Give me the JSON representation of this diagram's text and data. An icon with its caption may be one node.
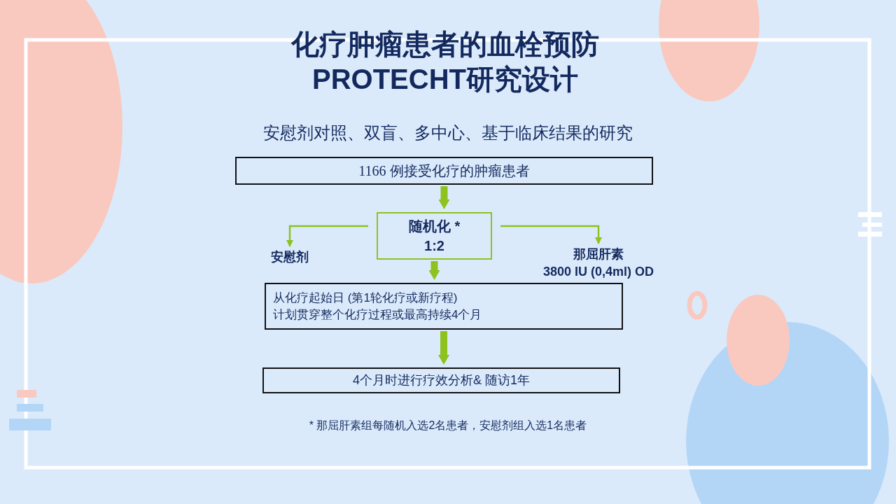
{
  "diagram": {
    "title": "化疗肿瘤患者的血栓预防PROTECHT研究设计",
    "nodes": [
      {
        "text": [
          "1166 例接受化疗的肿瘤患者"
        ]
      },
      {
        "text": [
          "随机化 * 1:2"
        ]
      },
      {
        "text": [
          "安慰剂"
        ]
      },
      {
        "text": [
          "那屈肝素",
          "3800 IU (0,4ml) OD"
        ]
      },
      {
        "text": [
          "从化疗起始日 (第1轮化疗或新疗程)",
          "计划贯穿整个化疗过程或最高持续4个月"
        ]
      },
      {
        "text": [
          "4个月时进行疗效分析& 随访1年"
        ]
      }
    ],
    "edges": [
      {
        "from": 0,
        "to": 1,
        "arrow": "to"
      },
      {
        "from": 1,
        "to": 2,
        "arrow": "to"
      },
      {
        "from": 1,
        "to": 3,
        "arrow": "to"
      },
      {
        "from": 1,
        "to": 4,
        "arrow": "to"
      },
      {
        "from": 4,
        "to": 5,
        "arrow": "to"
      }
    ],
    "labels": [
      "安慰剂对照、双盲、多中心、基于临床结果的研究",
      "* 那屈肝素组每随机入选2名患者，安慰剂组入选1名患者"
    ]
  }
}
